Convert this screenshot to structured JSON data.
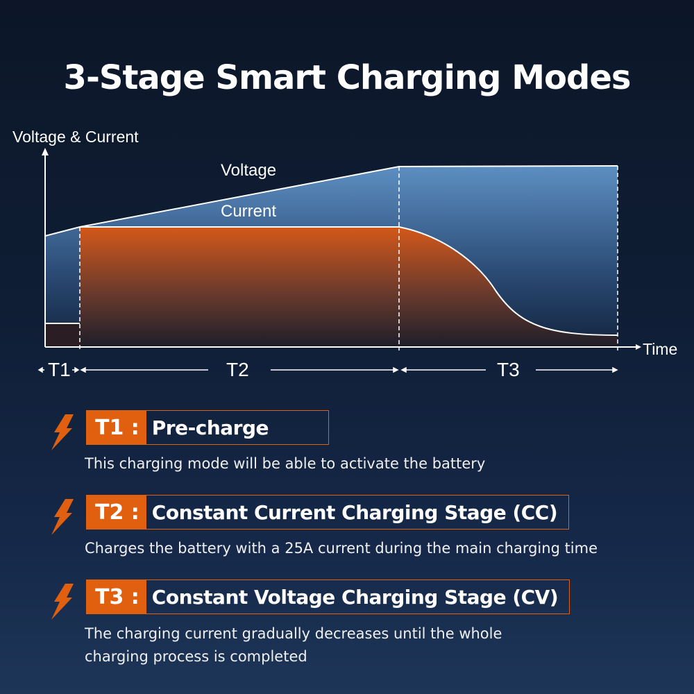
{
  "title": "3-Stage Smart Charging Modes",
  "chart": {
    "y_axis_label": "Voltage & Current",
    "x_axis_label": "Time",
    "voltage_label": "Voltage",
    "current_label": "Current",
    "periods": [
      "T1",
      "T2",
      "T3"
    ],
    "colors": {
      "voltage_fill": "#5a8bbd",
      "current_fill": "#d45a18",
      "background": "#0f1e35"
    }
  },
  "stages": [
    {
      "code": "T1 :",
      "name": "Pre-charge",
      "description": [
        "This charging mode will be able to activate the battery"
      ]
    },
    {
      "code": "T2 :",
      "name": "Constant Current Charging Stage (CC)",
      "description": [
        "Charges the battery with a 25A current during the main charging time"
      ]
    },
    {
      "code": "T3 :",
      "name": "Constant Voltage Charging Stage (CV)",
      "description": [
        "The charging current gradually decreases until the whole",
        "charging process is completed"
      ]
    }
  ],
  "accent_color": "#e0600f",
  "icon": "lightning-bolt-icon"
}
